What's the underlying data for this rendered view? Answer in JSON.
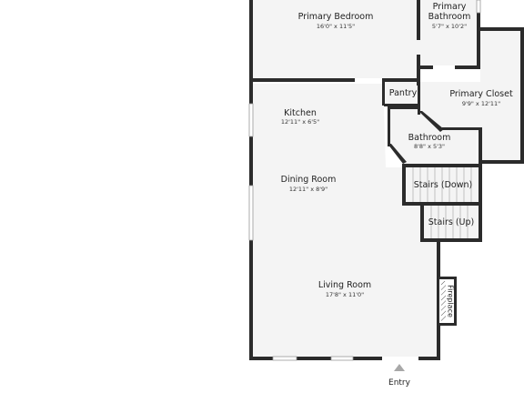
{
  "colors": {
    "wall": "#2b2b2b",
    "floor": "#f4f4f4",
    "background": "#ffffff",
    "entry_arrow": "#a8a8a8"
  },
  "rooms": {
    "primary_bedroom": {
      "name": "Primary Bedroom",
      "dim": "16'0\" x 11'5\""
    },
    "primary_bathroom": {
      "name_line1": "Primary",
      "name_line2": "Bathroom",
      "dim": "5'7\" x 10'2\""
    },
    "pantry": {
      "name": "Pantry"
    },
    "primary_closet": {
      "name": "Primary Closet",
      "dim": "9'9\" x 12'11\""
    },
    "kitchen": {
      "name": "Kitchen",
      "dim": "12'11\" x 6'5\""
    },
    "bathroom": {
      "name": "Bathroom",
      "dim": "8'8\" x 5'3\""
    },
    "dining_room": {
      "name": "Dining Room",
      "dim": "12'11\" x 8'9\""
    },
    "stairs_down": {
      "name": "Stairs (Down)"
    },
    "stairs_up": {
      "name": "Stairs (Up)"
    },
    "living_room": {
      "name": "Living Room",
      "dim": "17'8\" x 11'0\""
    },
    "fireplace": {
      "name": "Fireplace"
    }
  },
  "entry": {
    "label": "Entry",
    "icon": "triangle-up-icon"
  }
}
